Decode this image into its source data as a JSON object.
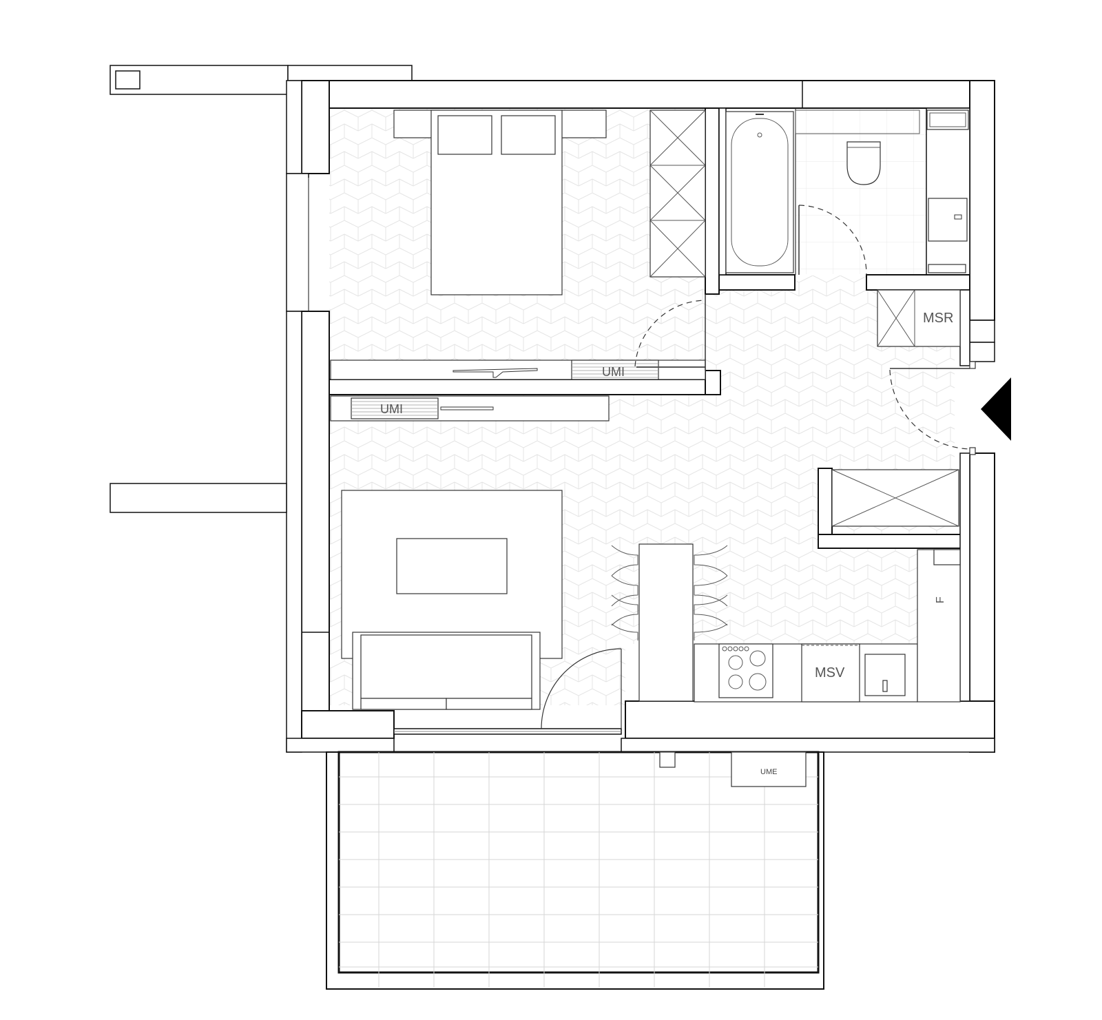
{
  "plan": {
    "labels": {
      "msr": "MSR",
      "msv": "MSV",
      "fridge": "F",
      "umi_bedroom": "UMI",
      "umi_living": "UMI",
      "ume_balcony": "UME"
    },
    "colors": {
      "wall_stroke": "#111111",
      "floor_pattern": "#e4e4e4",
      "entrance_marker": "#000000"
    },
    "icons": [
      "entrance-arrow-icon",
      "sink-icon",
      "toilet-icon",
      "bathtub-icon",
      "stove-icon"
    ]
  }
}
